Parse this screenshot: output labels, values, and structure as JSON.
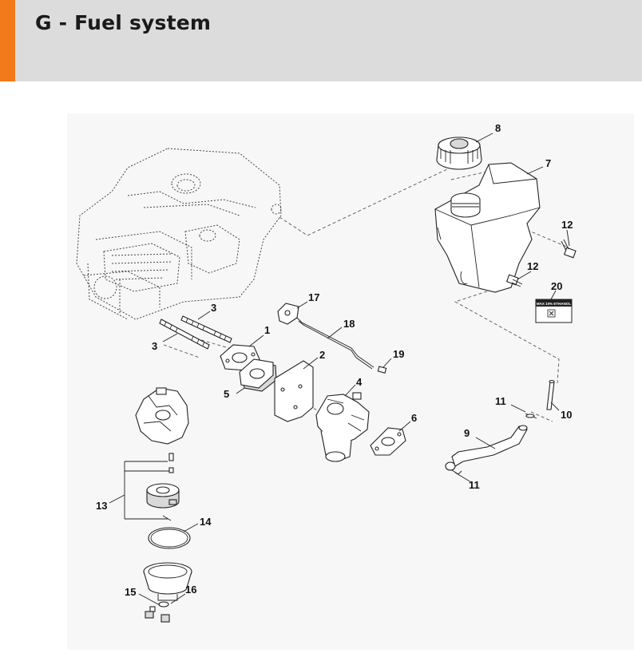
{
  "header": {
    "title": "G - Fuel system",
    "accent_color": "#f27a1a",
    "background_color": "#dcdcdc"
  },
  "decal": {
    "line1": "MAX 10% ETHANOL"
  },
  "callouts": {
    "c1": "1",
    "c2": "2",
    "c3a": "3",
    "c3b": "3",
    "c4": "4",
    "c5": "5",
    "c6": "6",
    "c7": "7",
    "c8": "8",
    "c9": "9",
    "c10": "10",
    "c11a": "11",
    "c11b": "11",
    "c12a": "12",
    "c12b": "12",
    "c13": "13",
    "c14": "14",
    "c15": "15",
    "c16": "16",
    "c17": "17",
    "c18": "18",
    "c19": "19",
    "c20": "20"
  }
}
